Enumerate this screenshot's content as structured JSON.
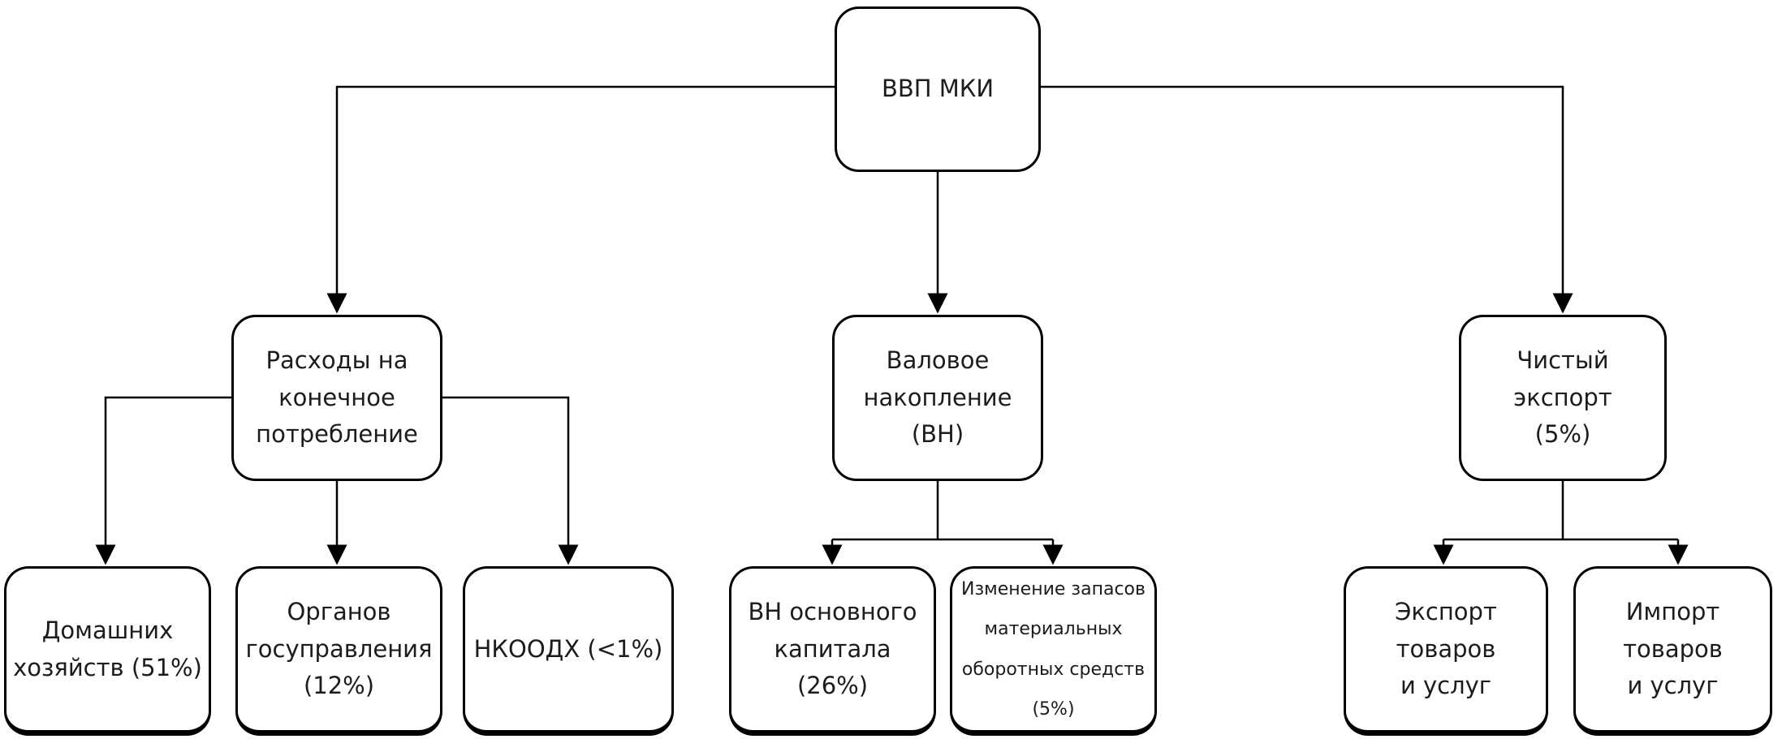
{
  "diagram": {
    "type": "flowchart-tree",
    "colors": {
      "line": "#000000",
      "box_border": "#000000",
      "box_fill": "#ffffff",
      "text": "#1c1c1c"
    },
    "nodes": {
      "root": {
        "label": "ВВП МКИ"
      },
      "consumption": {
        "label": "Расходы на\nконечное\nпотребление"
      },
      "accumulation": {
        "label": "Валовое\nнакопление\n(ВН)"
      },
      "net_export": {
        "label": "Чистый экспорт\n(5%)"
      },
      "households": {
        "label": "Домашних\nхозяйств (51%)"
      },
      "government": {
        "label": "Органов\nгосуправления\n(12%)"
      },
      "npish": {
        "label": "НКООДХ (<1%)"
      },
      "fixed_capital": {
        "label": "ВН основного\nкапитала (26%)"
      },
      "inventories": {
        "label": "Изменение запасов\nматериальных\nоборотных средств\n(5%)"
      },
      "exports": {
        "label": "Экспорт товаров\nи услуг"
      },
      "imports": {
        "label": "Импорт товаров\nи услуг"
      }
    },
    "edges": [
      {
        "from": "root",
        "to": "consumption"
      },
      {
        "from": "root",
        "to": "accumulation"
      },
      {
        "from": "root",
        "to": "net_export"
      },
      {
        "from": "consumption",
        "to": "households"
      },
      {
        "from": "consumption",
        "to": "government"
      },
      {
        "from": "consumption",
        "to": "npish"
      },
      {
        "from": "accumulation",
        "to": "fixed_capital"
      },
      {
        "from": "accumulation",
        "to": "inventories"
      },
      {
        "from": "net_export",
        "to": "exports"
      },
      {
        "from": "net_export",
        "to": "imports"
      }
    ]
  }
}
